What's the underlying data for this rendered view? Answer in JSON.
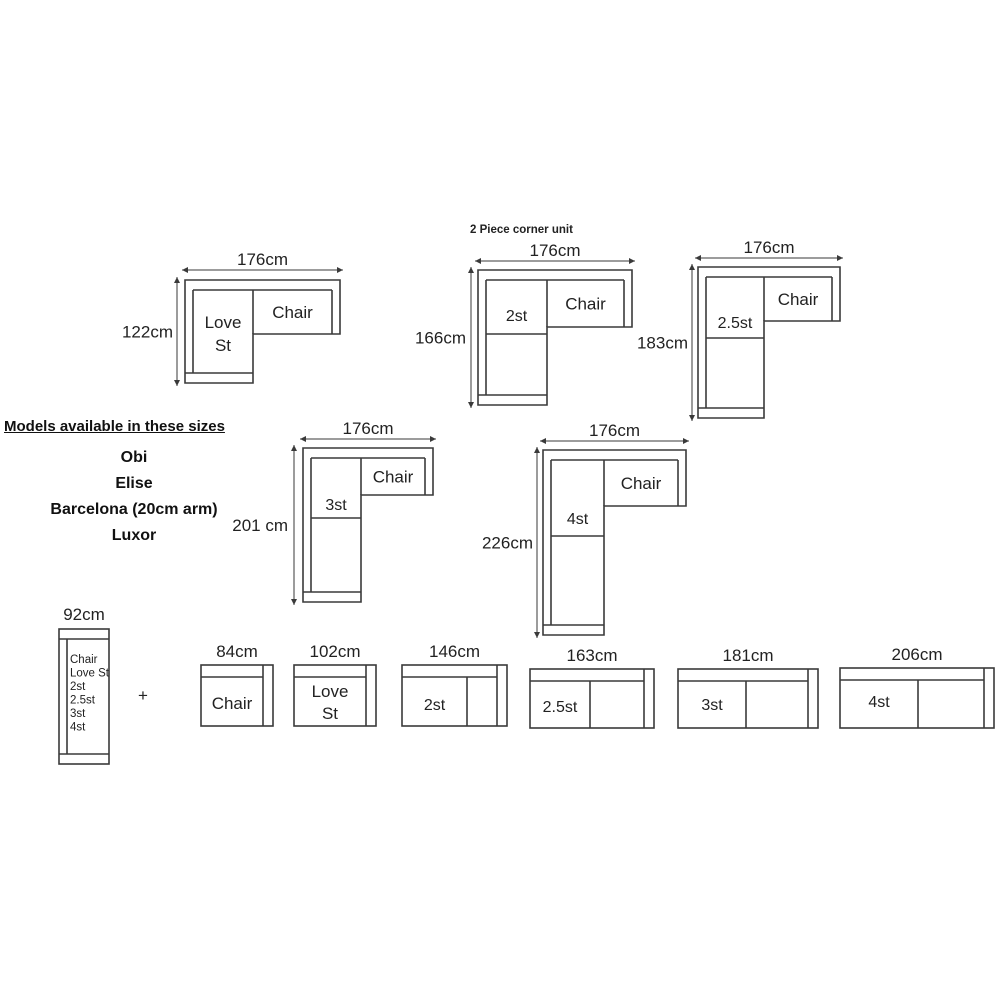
{
  "corner_caption": "2 Piece corner unit",
  "models": {
    "heading": "Models available in these sizes",
    "names": [
      "Obi",
      "Elise",
      "Barcelona (20cm arm)",
      "Luxor"
    ]
  },
  "corner_units": [
    {
      "width": "176cm",
      "depth": "122cm",
      "seat": "Love St",
      "chair": "Chair"
    },
    {
      "width": "176cm",
      "depth": "166cm",
      "seat": "2st",
      "chair": "Chair"
    },
    {
      "width": "176cm",
      "depth": "183cm",
      "seat": "2.5st",
      "chair": "Chair"
    },
    {
      "width": "176cm",
      "depth": "201 cm",
      "seat": "3st",
      "chair": "Chair"
    },
    {
      "width": "176cm",
      "depth": "226cm",
      "seat": "4st",
      "chair": "Chair"
    }
  ],
  "chaise": {
    "width": "92cm",
    "options": [
      "Chair",
      "Love St",
      "2st",
      "2.5st",
      "3st",
      "4st"
    ]
  },
  "plus_sign": "+",
  "straight_units": [
    {
      "width": "84cm",
      "label": "Chair"
    },
    {
      "width": "102cm",
      "label": "Love St"
    },
    {
      "width": "146cm",
      "label": "2st"
    },
    {
      "width": "163cm",
      "label": "2.5st"
    },
    {
      "width": "181cm",
      "label": "3st"
    },
    {
      "width": "206cm",
      "label": "4st"
    }
  ]
}
